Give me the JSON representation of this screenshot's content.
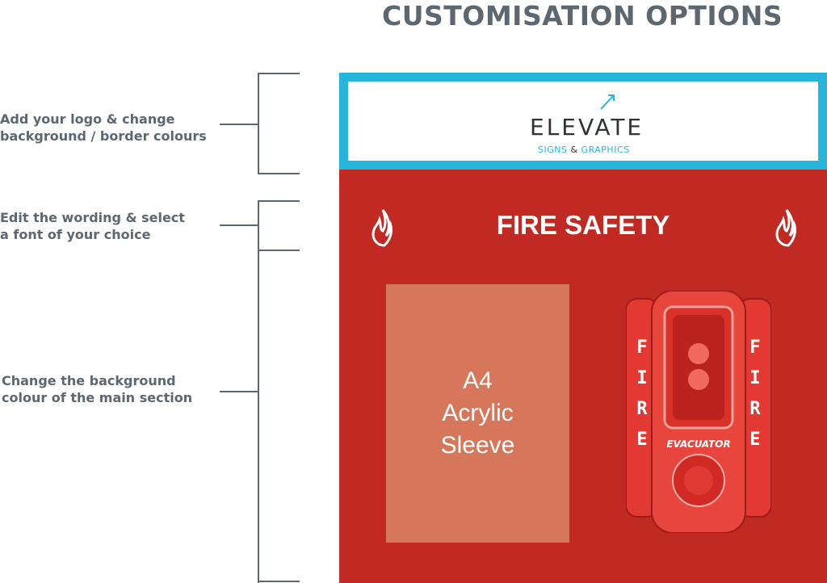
{
  "title": "CUSTOMISATION OPTIONS",
  "annotations": [
    {
      "line1": "Add your logo & change",
      "line2": "background / border colours"
    },
    {
      "line1": "Edit the wording & select",
      "line2": "a font of your choice"
    },
    {
      "line1": "Change the background",
      "line2": "colour of the main section"
    }
  ],
  "sign": {
    "logo": {
      "name": "ELEVATE",
      "sub_left": "SIGNS",
      "sub_amp": "&",
      "sub_right": "GRAPHICS"
    },
    "header_title": "FIRE SAFETY",
    "sleeve": {
      "line1": "A4",
      "line2": "Acrylic",
      "line3": "Sleeve"
    },
    "device": {
      "word": "EVACUATOR",
      "side_letters": [
        "F",
        "I",
        "R",
        "E"
      ]
    }
  },
  "colors": {
    "border_blue": "#27b4da",
    "main_red": "#c02a23",
    "sleeve": "#d6765a",
    "text_grey": "#5c6770"
  }
}
